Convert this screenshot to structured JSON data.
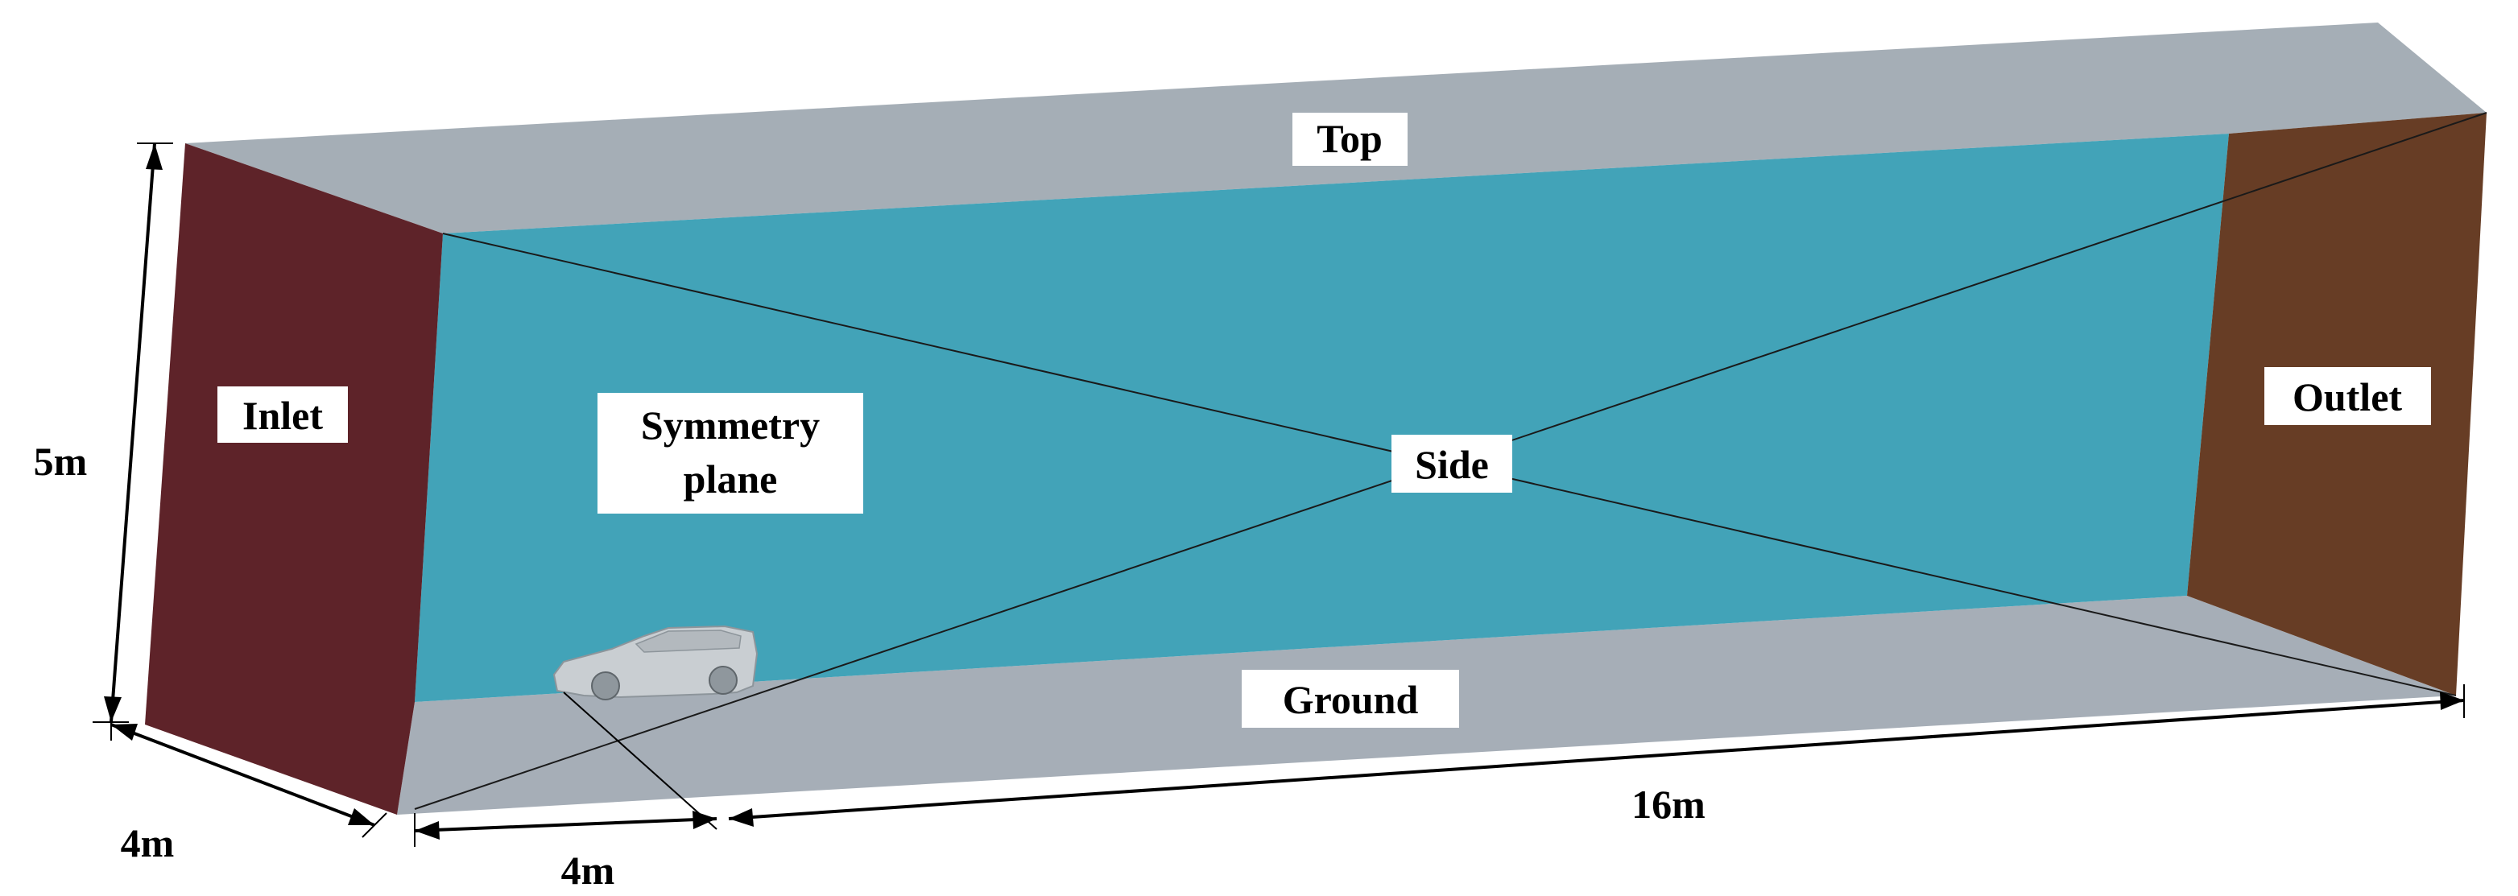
{
  "faces": {
    "top": "Top",
    "inlet": "Inlet",
    "outlet": "Outlet",
    "symmetry_line1": "Symmetry",
    "symmetry_line2": "plane",
    "side": "Side",
    "ground": "Ground"
  },
  "dimensions": {
    "height": "5m",
    "width": "4m",
    "upstream_length": "4m",
    "downstream_length": "16m"
  },
  "colors": {
    "top_face": "#A5AEB6",
    "ground_face": "#A6AEB7",
    "symmetry_face": "#42A3B8",
    "inlet_face": "#5E2329",
    "outlet_face": "#673D25",
    "car_body": "#C9CED2"
  }
}
